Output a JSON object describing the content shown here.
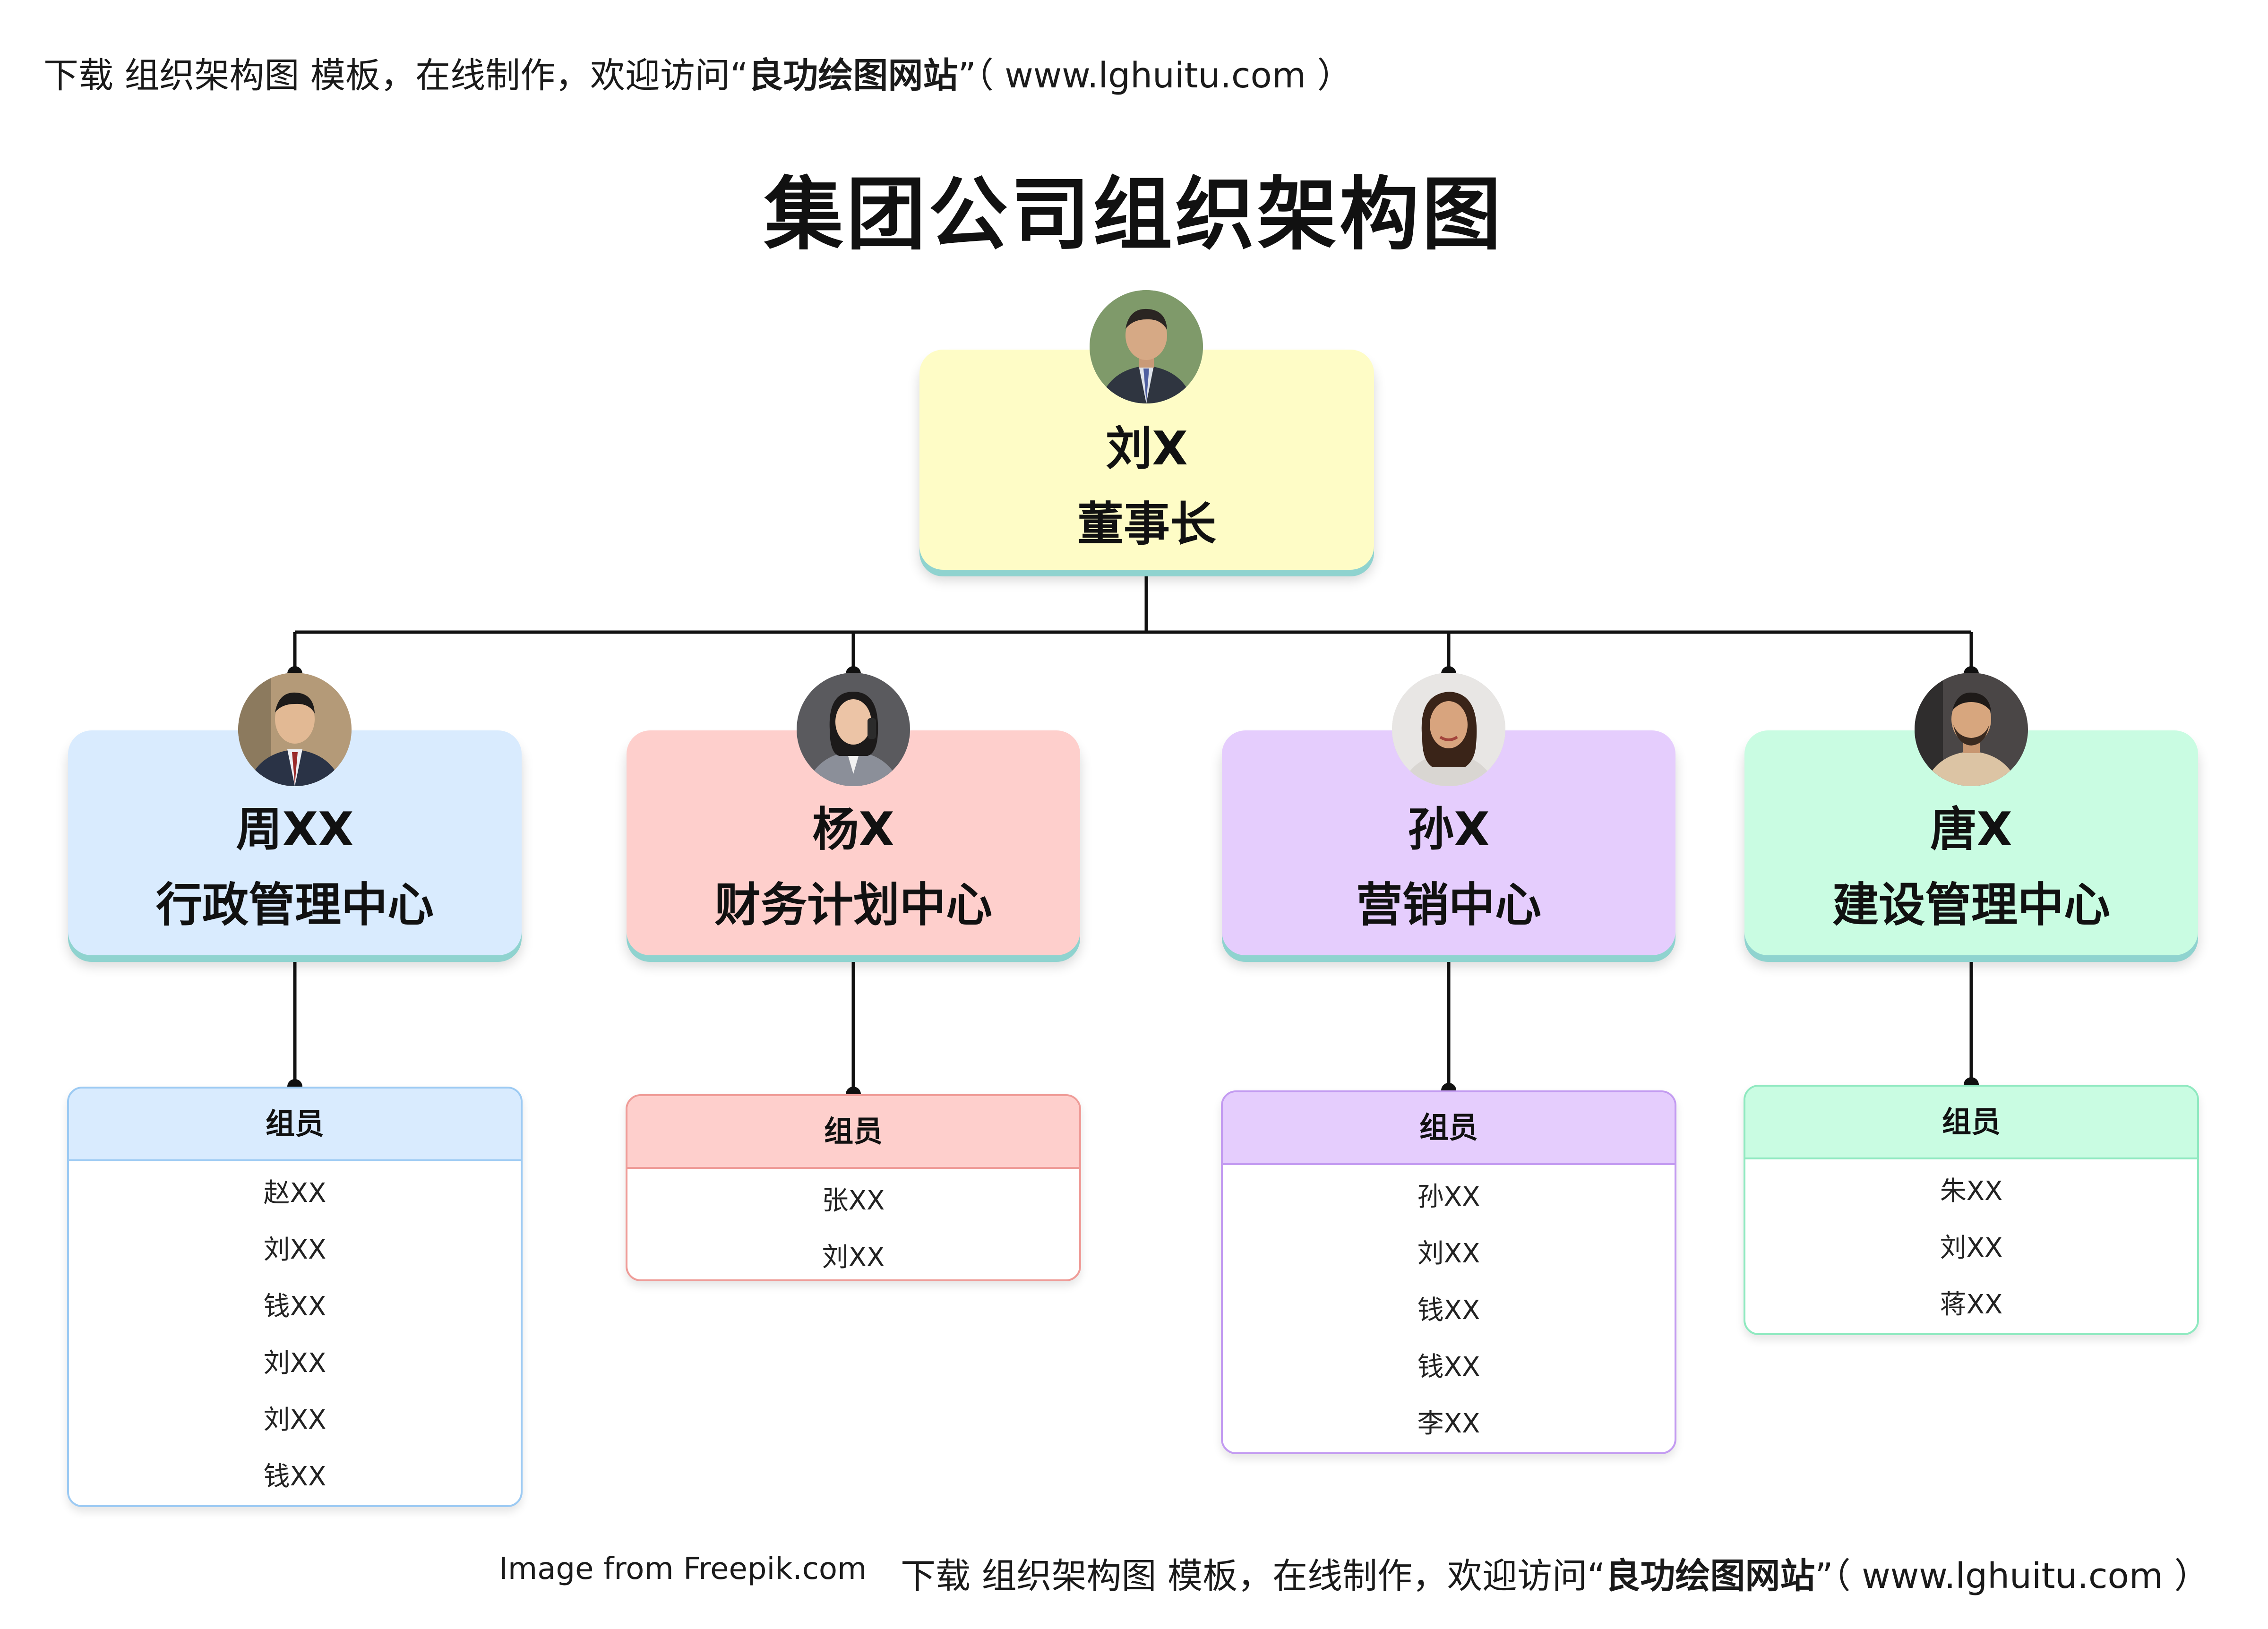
{
  "banner": {
    "prefix": "下载 组织架构图 模板，在线制作，欢迎访问“",
    "site": "良功绘图网站",
    "suffix": "”（ www.lghuitu.com ）"
  },
  "credit": "Image from Freepik.com",
  "title": "集团公司组织架构图",
  "root": {
    "name": "刘X",
    "role": "董事长",
    "avatar_icon": "chairman-portrait",
    "color": "#fefcc6"
  },
  "departments": [
    {
      "name": "周XX",
      "role": "行政管理中心",
      "avatar_icon": "man-portrait",
      "color": "#d9ebfe",
      "border": "#9ccaf3",
      "members_title": "组员",
      "members": [
        "赵XX",
        "刘XX",
        "钱XX",
        "刘XX",
        "刘XX",
        "钱XX"
      ]
    },
    {
      "name": "杨X",
      "role": "财务计划中心",
      "avatar_icon": "woman-phone-portrait",
      "color": "#fecfcc",
      "border": "#ef9c98",
      "members_title": "组员",
      "members": [
        "张XX",
        "刘XX"
      ]
    },
    {
      "name": "孙X",
      "role": "营销中心",
      "avatar_icon": "woman-portrait",
      "color": "#e5cdfd",
      "border": "#c39bf1",
      "members_title": "组员",
      "members": [
        "孙XX",
        "刘XX",
        "钱XX",
        "钱XX",
        "李XX"
      ]
    },
    {
      "name": "唐X",
      "role": "建设管理中心",
      "avatar_icon": "man-beard-portrait",
      "color": "#c9fce2",
      "border": "#8fe9c0",
      "members_title": "组员",
      "members": [
        "朱XX",
        "刘XX",
        "蒋XX"
      ]
    }
  ]
}
